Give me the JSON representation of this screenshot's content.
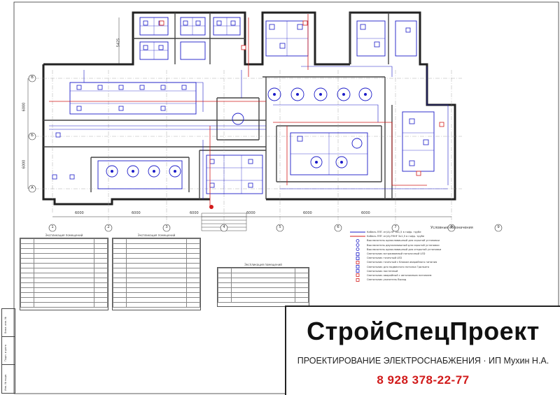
{
  "title": {
    "brand": "СтройСпецПроект",
    "service": "ПРОЕКТИРОВАНИЕ ЭЛЕКТРОСНАБЖЕНИЯ · ИП Мухин Н.А.",
    "phone": "8 928 378-22-77"
  },
  "dimensions": {
    "bottom": [
      "6000",
      "6000",
      "6000",
      "6000",
      "6000",
      "6000"
    ],
    "left": [
      "6000",
      "6000"
    ],
    "top_left": "5425"
  },
  "axes": {
    "columns": [
      "1",
      "2",
      "3",
      "4",
      "5",
      "6",
      "7",
      "8",
      "9"
    ],
    "rows": [
      "А",
      "Б",
      "В"
    ]
  },
  "legend": {
    "title": "Условные обозначения",
    "items": [
      "Кабель ППГ-нг(А)-HF 3х1,5 в гофр. трубе",
      "Кабель ППГ-нг(А)-FRHF 3х1,5 в гофр. трубе",
      "Выключатель одноклавишный для скрытой установки",
      "Выключатель двухклавишный для скрытой установки",
      "Выключатель одноклавишный для открытой установки",
      "Светильник встраиваемый потолочный LED",
      "Светильник точечный LED",
      "Светильник точечный с блоком аварийного питания",
      "Светильник для подвесного потолка Грильято",
      "Светильник настенный",
      "Светильник аварийный с автономным питанием",
      "Светильник указатель Выход"
    ]
  },
  "explication_title": "Экспликация помещений",
  "stamp_labels": [
    "Взам. инв. №",
    "Подп. и дата",
    "Инв. № подл."
  ]
}
